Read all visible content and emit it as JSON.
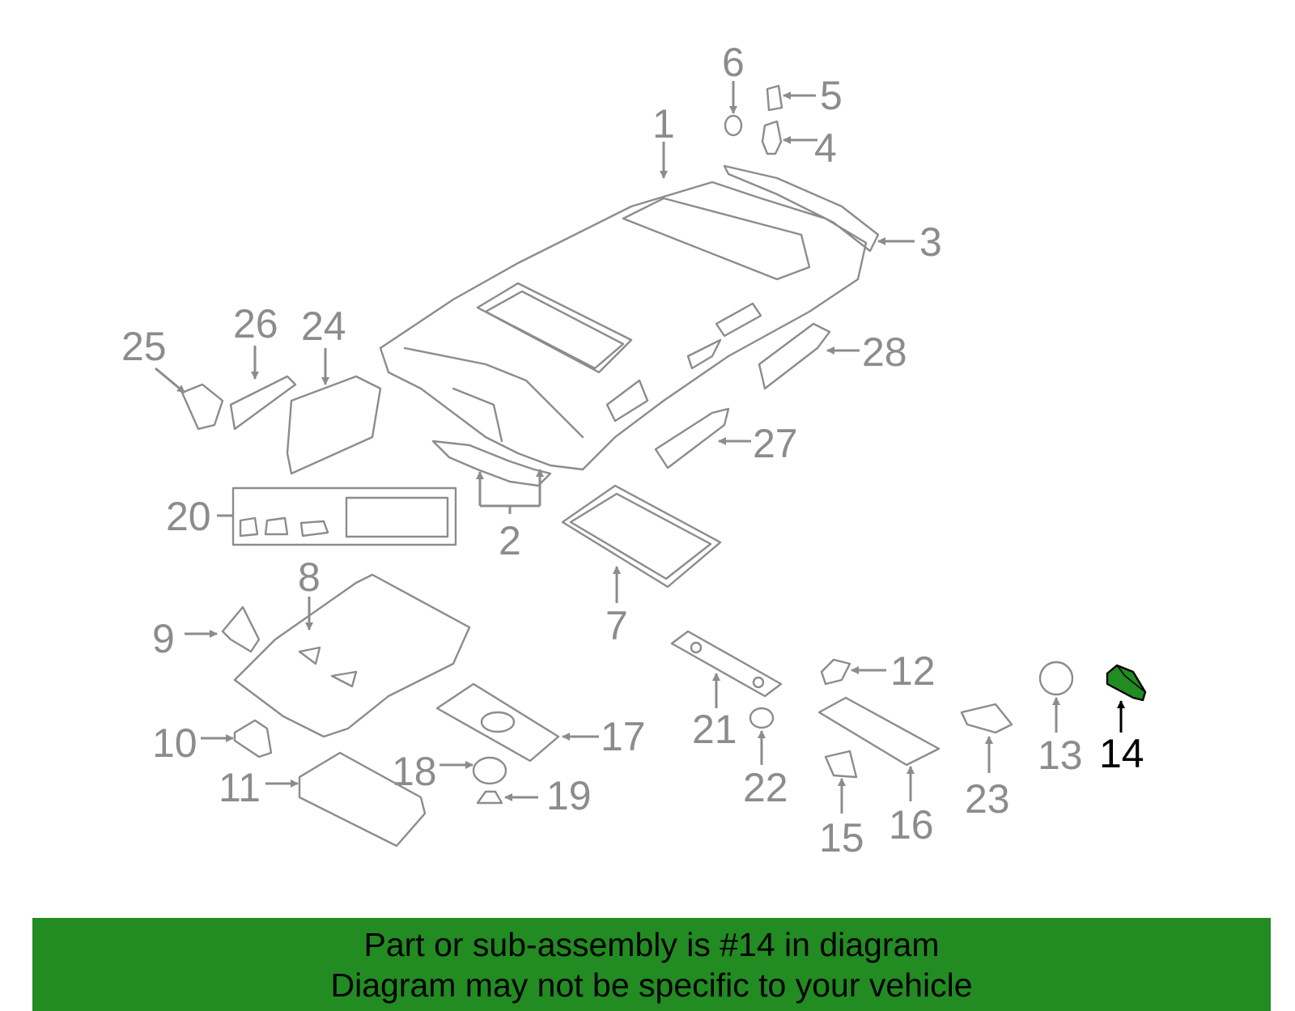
{
  "diagram": {
    "highlight_color": "#228b22",
    "line_color": "#8c8c8c",
    "highlighted_part": "14",
    "callouts": [
      "1",
      "2",
      "3",
      "4",
      "5",
      "6",
      "7",
      "8",
      "9",
      "10",
      "11",
      "12",
      "13",
      "14",
      "15",
      "16",
      "17",
      "18",
      "19",
      "20",
      "21",
      "22",
      "23",
      "24",
      "25",
      "26",
      "27",
      "28"
    ]
  },
  "banner": {
    "background": "#228b22",
    "line1": "Part or sub-assembly is #14 in diagram",
    "line2": "Diagram may not be specific to your vehicle"
  }
}
